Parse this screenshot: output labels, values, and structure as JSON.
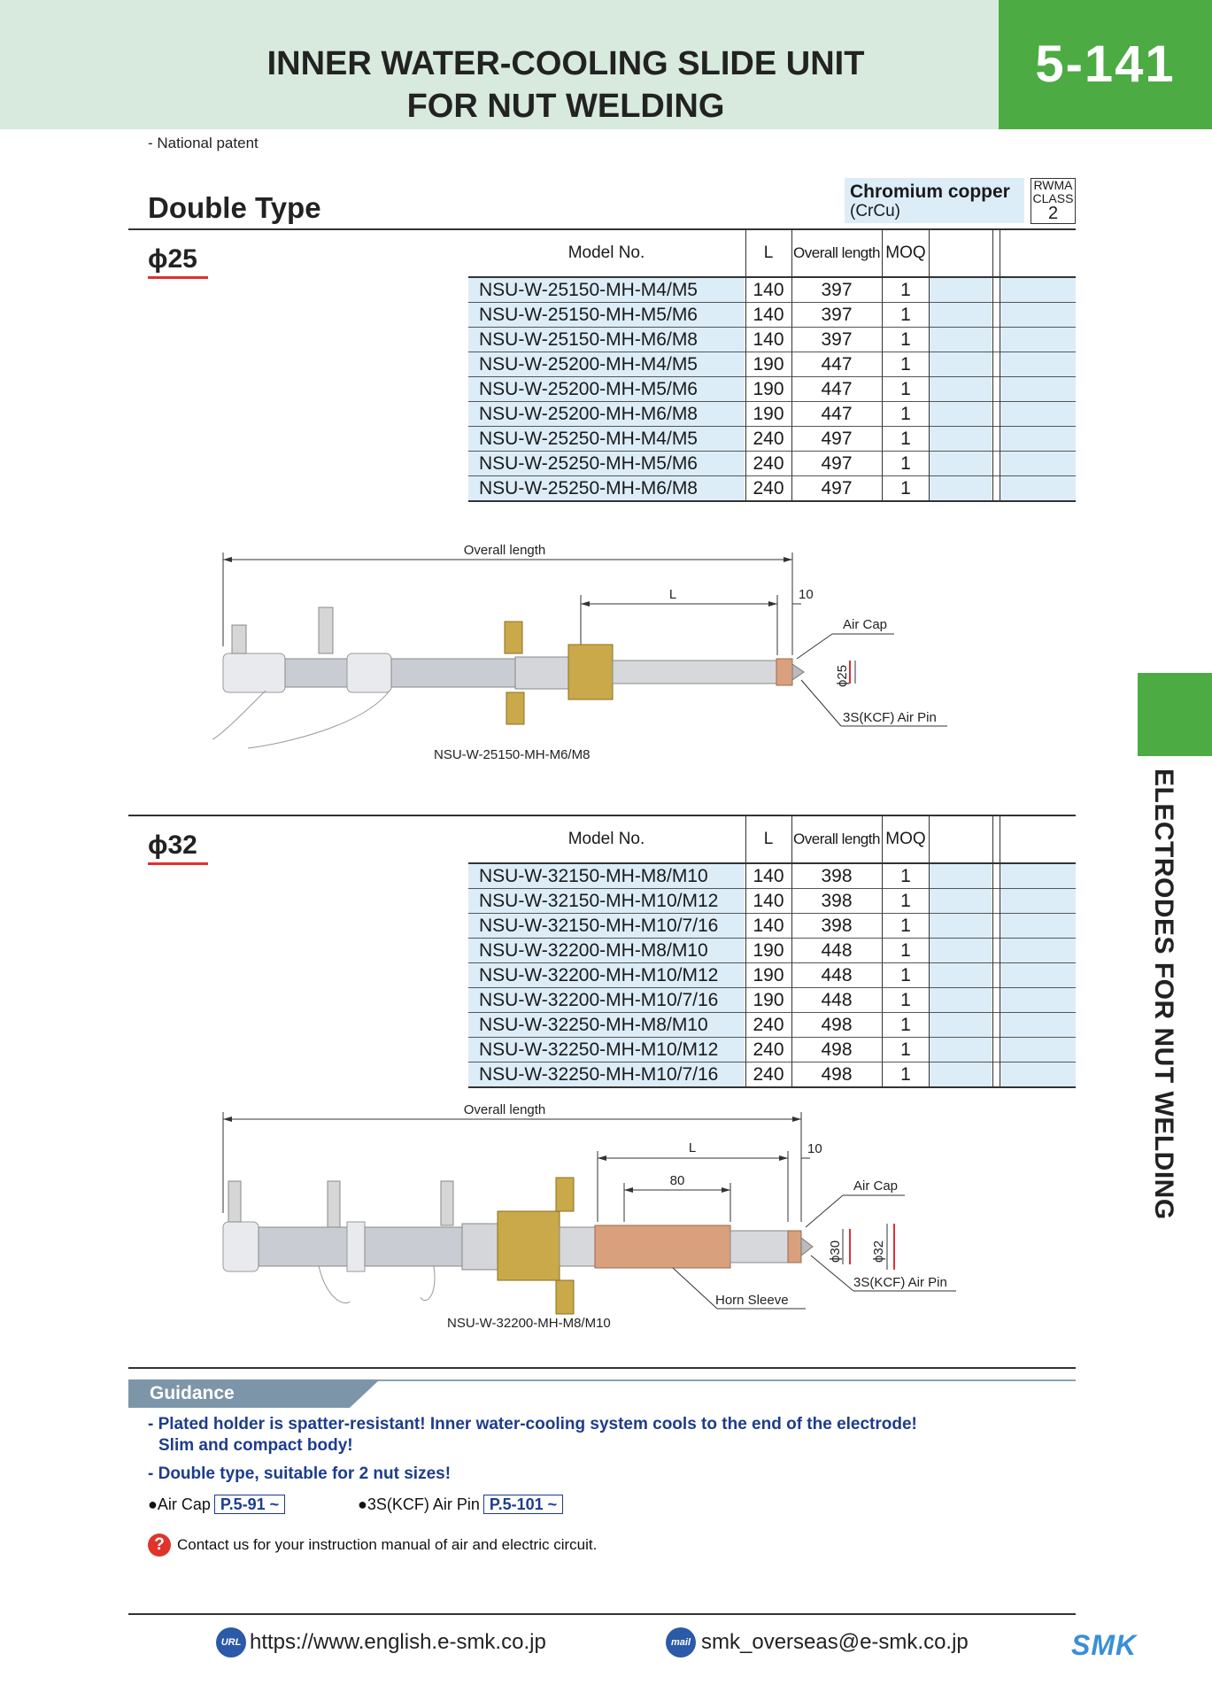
{
  "header": {
    "title_line1": "INNER WATER-COOLING SLIDE UNIT",
    "title_line2": "FOR NUT WELDING",
    "page_number": "5-141",
    "note": "- National patent"
  },
  "side_tab": {
    "label": "ELECTRODES FOR NUT WELDING"
  },
  "section": {
    "title": "Double Type",
    "material_name": "Chromium copper",
    "material_sub": "(CrCu)",
    "rwma_label1": "RWMA",
    "rwma_label2": "CLASS",
    "rwma_class": "2"
  },
  "table_headers": {
    "model": "Model No.",
    "l": "L",
    "overall": "Overall length",
    "moq": "MOQ"
  },
  "phi25": {
    "label": "ϕ25",
    "rows": [
      {
        "model": "NSU-W-25150-MH-M4/M5",
        "l": "140",
        "overall": "397",
        "moq": "1"
      },
      {
        "model": "NSU-W-25150-MH-M5/M6",
        "l": "140",
        "overall": "397",
        "moq": "1"
      },
      {
        "model": "NSU-W-25150-MH-M6/M8",
        "l": "140",
        "overall": "397",
        "moq": "1"
      },
      {
        "model": "NSU-W-25200-MH-M4/M5",
        "l": "190",
        "overall": "447",
        "moq": "1"
      },
      {
        "model": "NSU-W-25200-MH-M5/M6",
        "l": "190",
        "overall": "447",
        "moq": "1"
      },
      {
        "model": "NSU-W-25200-MH-M6/M8",
        "l": "190",
        "overall": "447",
        "moq": "1"
      },
      {
        "model": "NSU-W-25250-MH-M4/M5",
        "l": "240",
        "overall": "497",
        "moq": "1"
      },
      {
        "model": "NSU-W-25250-MH-M5/M6",
        "l": "240",
        "overall": "497",
        "moq": "1"
      },
      {
        "model": "NSU-W-25250-MH-M6/M8",
        "l": "240",
        "overall": "497",
        "moq": "1"
      }
    ],
    "diagram": {
      "overall": "Overall length",
      "l": "L",
      "ten": "10",
      "air_cap": "Air Cap",
      "dia": "ϕ25",
      "air_pin": "3S(KCF) Air Pin",
      "caption": "NSU-W-25150-MH-M6/M8"
    }
  },
  "phi32": {
    "label": "ϕ32",
    "rows": [
      {
        "model": "NSU-W-32150-MH-M8/M10",
        "l": "140",
        "overall": "398",
        "moq": "1"
      },
      {
        "model": "NSU-W-32150-MH-M10/M12",
        "l": "140",
        "overall": "398",
        "moq": "1"
      },
      {
        "model": "NSU-W-32150-MH-M10/7/16",
        "l": "140",
        "overall": "398",
        "moq": "1"
      },
      {
        "model": "NSU-W-32200-MH-M8/M10",
        "l": "190",
        "overall": "448",
        "moq": "1"
      },
      {
        "model": "NSU-W-32200-MH-M10/M12",
        "l": "190",
        "overall": "448",
        "moq": "1"
      },
      {
        "model": "NSU-W-32200-MH-M10/7/16",
        "l": "190",
        "overall": "448",
        "moq": "1"
      },
      {
        "model": "NSU-W-32250-MH-M8/M10",
        "l": "240",
        "overall": "498",
        "moq": "1"
      },
      {
        "model": "NSU-W-32250-MH-M10/M12",
        "l": "240",
        "overall": "498",
        "moq": "1"
      },
      {
        "model": "NSU-W-32250-MH-M10/7/16",
        "l": "240",
        "overall": "498",
        "moq": "1"
      }
    ],
    "diagram": {
      "overall": "Overall length",
      "l": "L",
      "ten": "10",
      "eighty": "80",
      "air_cap": "Air Cap",
      "dia30": "ϕ30",
      "dia32": "ϕ32",
      "air_pin": "3S(KCF) Air Pin",
      "horn": "Horn Sleeve",
      "caption": "NSU-W-32200-MH-M8/M10"
    }
  },
  "guidance": {
    "title": "Guidance",
    "line1": "- Plated holder is spatter-resistant! Inner water-cooling system cools to the end of the electrode!",
    "line2": "Slim and compact body!",
    "line3": "- Double type, suitable for 2 nut sizes!",
    "ref1_label": "●Air Cap",
    "ref1_page": "P.5-91 ~",
    "ref2_label": "●3S(KCF) Air Pin",
    "ref2_page": "P.5-101 ~",
    "contact": "Contact us for your instruction manual of air and electric circuit."
  },
  "footer": {
    "url": "https://www.english.e-smk.co.jp",
    "email": "smk_overseas@e-smk.co.jp",
    "url_icon": "URL",
    "mail_icon": "mail",
    "logo": "SMK"
  },
  "colors": {
    "green": "#4cab43",
    "header_bg": "#d7eadd",
    "row_blue": "#dcedf8",
    "accent_blue": "#1d3c8c",
    "underline_red": "#e03030"
  }
}
